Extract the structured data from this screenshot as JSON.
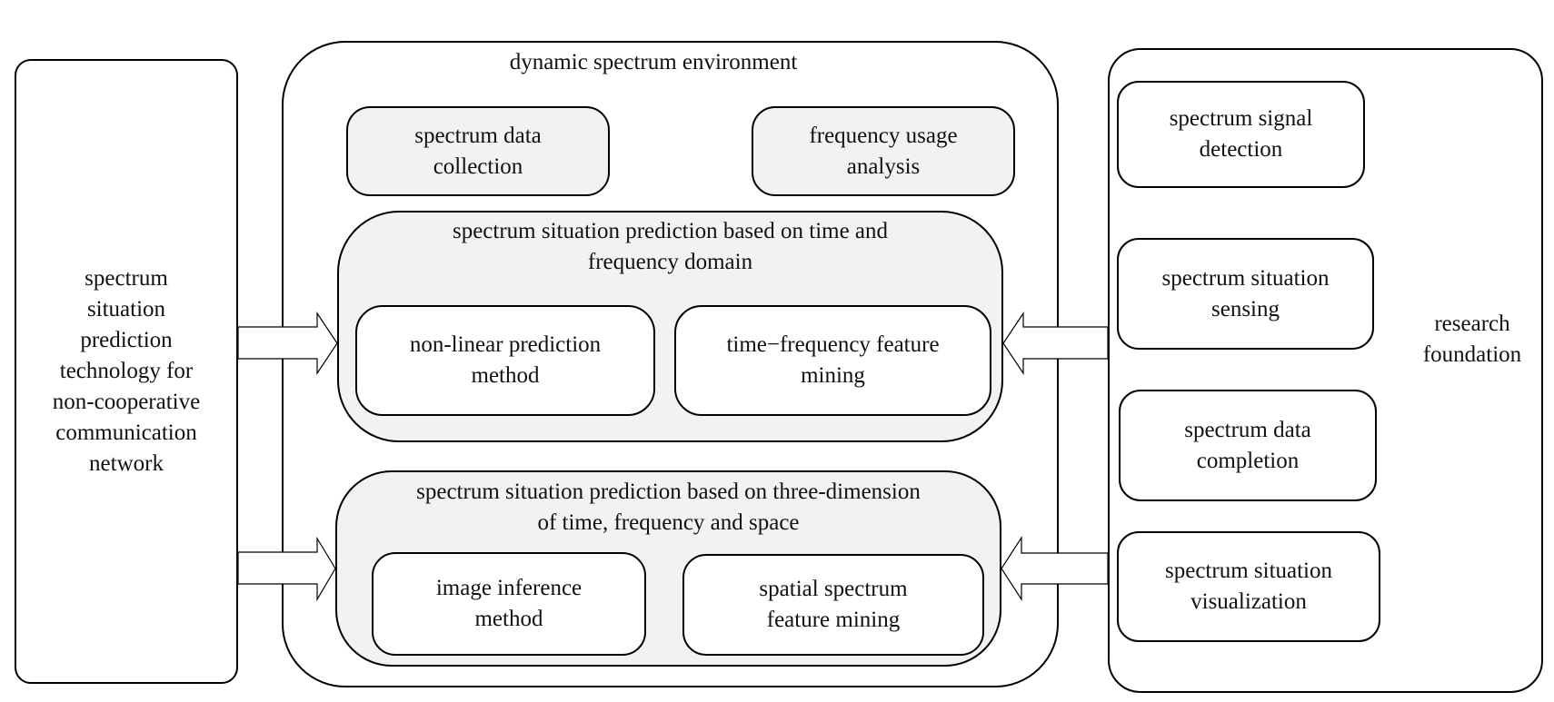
{
  "left": {
    "label": "spectrum\nsituation\nprediction\ntechnology for\nnon-cooperative\ncommunication\nnetwork"
  },
  "center": {
    "title": "dynamic spectrum environment",
    "top_boxes": [
      "spectrum data\ncollection",
      "frequency usage\nanalysis"
    ],
    "group1": {
      "title": "spectrum situation prediction based on time and\nfrequency domain",
      "items": [
        "non-linear prediction\nmethod",
        "time−frequency feature\nmining"
      ]
    },
    "group2": {
      "title": "spectrum situation prediction based on three-dimension\nof time, frequency and space",
      "items": [
        "image inference\nmethod",
        "spatial spectrum\nfeature mining"
      ]
    }
  },
  "right": {
    "label": "research\nfoundation",
    "items": [
      "spectrum signal\ndetection",
      "spectrum situation\nsensing",
      "spectrum data\ncompletion",
      "spectrum situation\nvisualization"
    ]
  }
}
